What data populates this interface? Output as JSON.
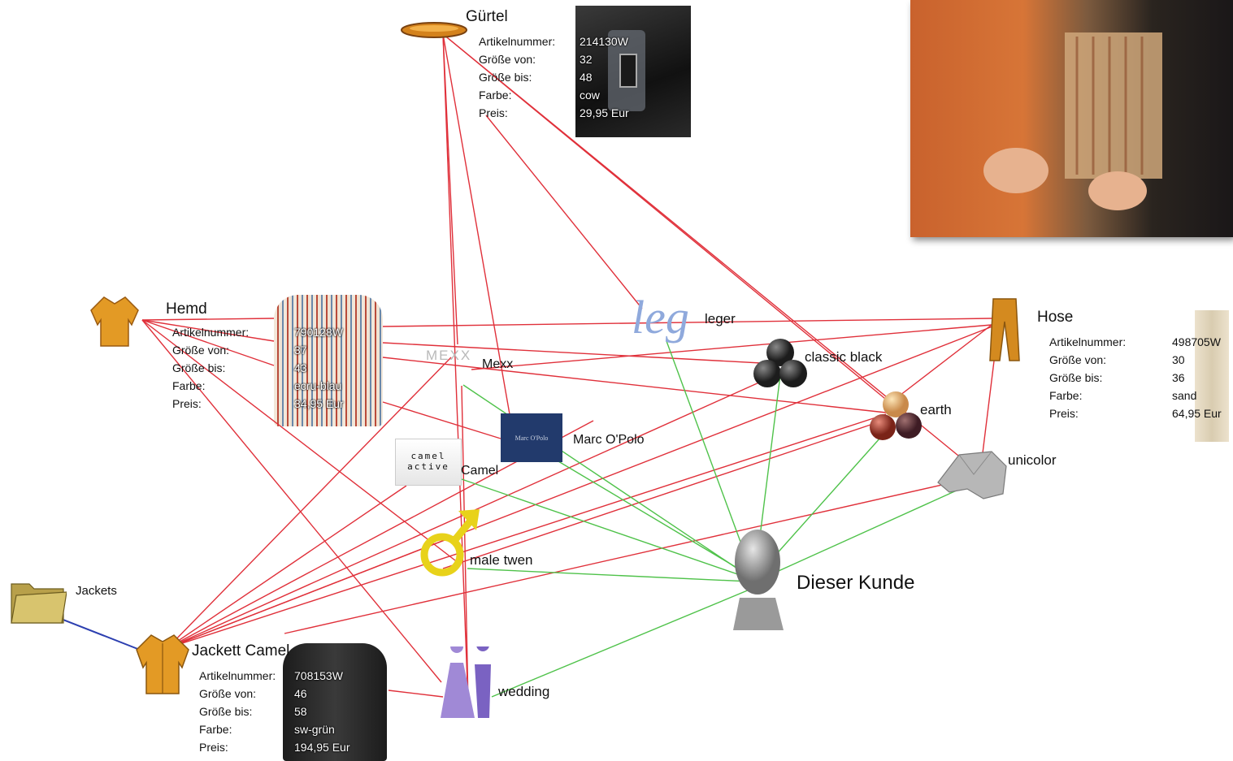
{
  "nodes": {
    "guertel": {
      "title": "Gürtel",
      "rows": [
        {
          "k": "Artikelnummer:",
          "v": "214130W"
        },
        {
          "k": "Größe von:",
          "v": "32"
        },
        {
          "k": "Größe bis:",
          "v": "48"
        },
        {
          "k": "Farbe:",
          "v": "cow"
        },
        {
          "k": "Preis:",
          "v": "29,95 Eur"
        }
      ]
    },
    "hemd": {
      "title": "Hemd",
      "rows": [
        {
          "k": "Artikelnummer:",
          "v": "790128W"
        },
        {
          "k": "Größe von:",
          "v": "37"
        },
        {
          "k": "Größe bis:",
          "v": "43"
        },
        {
          "k": "Farbe:",
          "v": "ecru-blau"
        },
        {
          "k": "Preis:",
          "v": "34,95 Eur"
        }
      ]
    },
    "hose": {
      "title": "Hose",
      "rows": [
        {
          "k": "Artikelnummer:",
          "v": "498705W"
        },
        {
          "k": "Größe von:",
          "v": "30"
        },
        {
          "k": "Größe bis:",
          "v": "36"
        },
        {
          "k": "Farbe:",
          "v": "sand"
        },
        {
          "k": "Preis:",
          "v": "64,95 Eur"
        }
      ]
    },
    "jackett": {
      "title": "Jackett Camel",
      "rows": [
        {
          "k": "Artikelnummer:",
          "v": "708153W"
        },
        {
          "k": "Größe von:",
          "v": "46"
        },
        {
          "k": "Größe bis:",
          "v": "58"
        },
        {
          "k": "Farbe:",
          "v": "sw-grün"
        },
        {
          "k": "Preis:",
          "v": "194,95 Eur"
        }
      ]
    },
    "jackets": "Jackets",
    "mexx_logo": "MEXX",
    "mexx": "Mexx",
    "marcopolo_logo": "Marc O'Polo",
    "marcopolo": "Marc O'Polo",
    "camel_logo_1": "camel",
    "camel_logo_2": "active",
    "camel": "Camel",
    "leg_logo": "leg",
    "leger": "leger",
    "classic_black": "classic black",
    "earth": "earth",
    "unicolor": "unicolor",
    "male_twen": "male twen",
    "wedding": "wedding",
    "kunde": "Dieser Kunde"
  },
  "colors": {
    "red_link": "#e0303a",
    "green_link": "#4fc24a",
    "blue_link": "#2c3fb0",
    "item_orange": "#e8a028",
    "folder": "#c9b25a"
  }
}
